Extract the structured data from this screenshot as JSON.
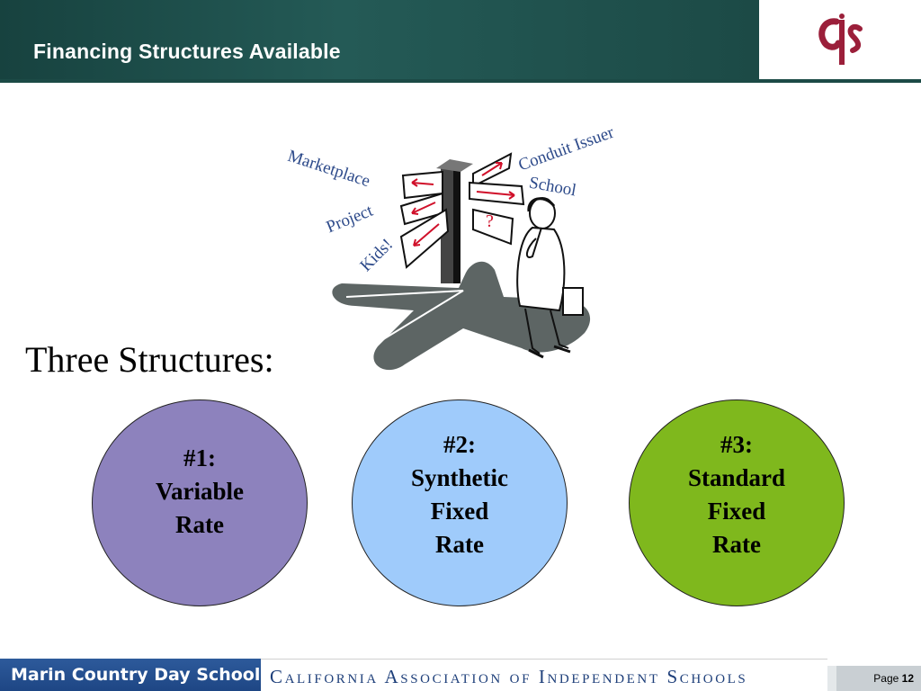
{
  "header": {
    "title": "Financing Structures Available",
    "logo_alt": "CAIS logo"
  },
  "illustration": {
    "icon": "signpost-businessman-icon",
    "labels": {
      "marketplace": "Marketplace",
      "conduit_issuer": "Conduit Issuer",
      "school": "School",
      "project": "Project",
      "kids": "Kids!"
    },
    "question_mark": "?"
  },
  "main": {
    "heading": "Three Structures:",
    "structures": [
      {
        "number": "#1:",
        "lines": [
          "Variable",
          "Rate"
        ],
        "color": "#8d82bd"
      },
      {
        "number": "#2:",
        "lines": [
          "Synthetic",
          "Fixed",
          "Rate"
        ],
        "color": "#9fcbfb"
      },
      {
        "number": "#3:",
        "lines": [
          "Standard",
          "Fixed",
          "Rate"
        ],
        "color": "#7fb81d"
      }
    ]
  },
  "footer": {
    "left": "Marin Country Day School",
    "center": "California Association of Independent Schools",
    "page_label": "Page",
    "page_number": "12"
  },
  "colors": {
    "header_bg": "#1c4a46",
    "footer_blue": "#1e4684",
    "logo_red": "#9b1f3a"
  }
}
